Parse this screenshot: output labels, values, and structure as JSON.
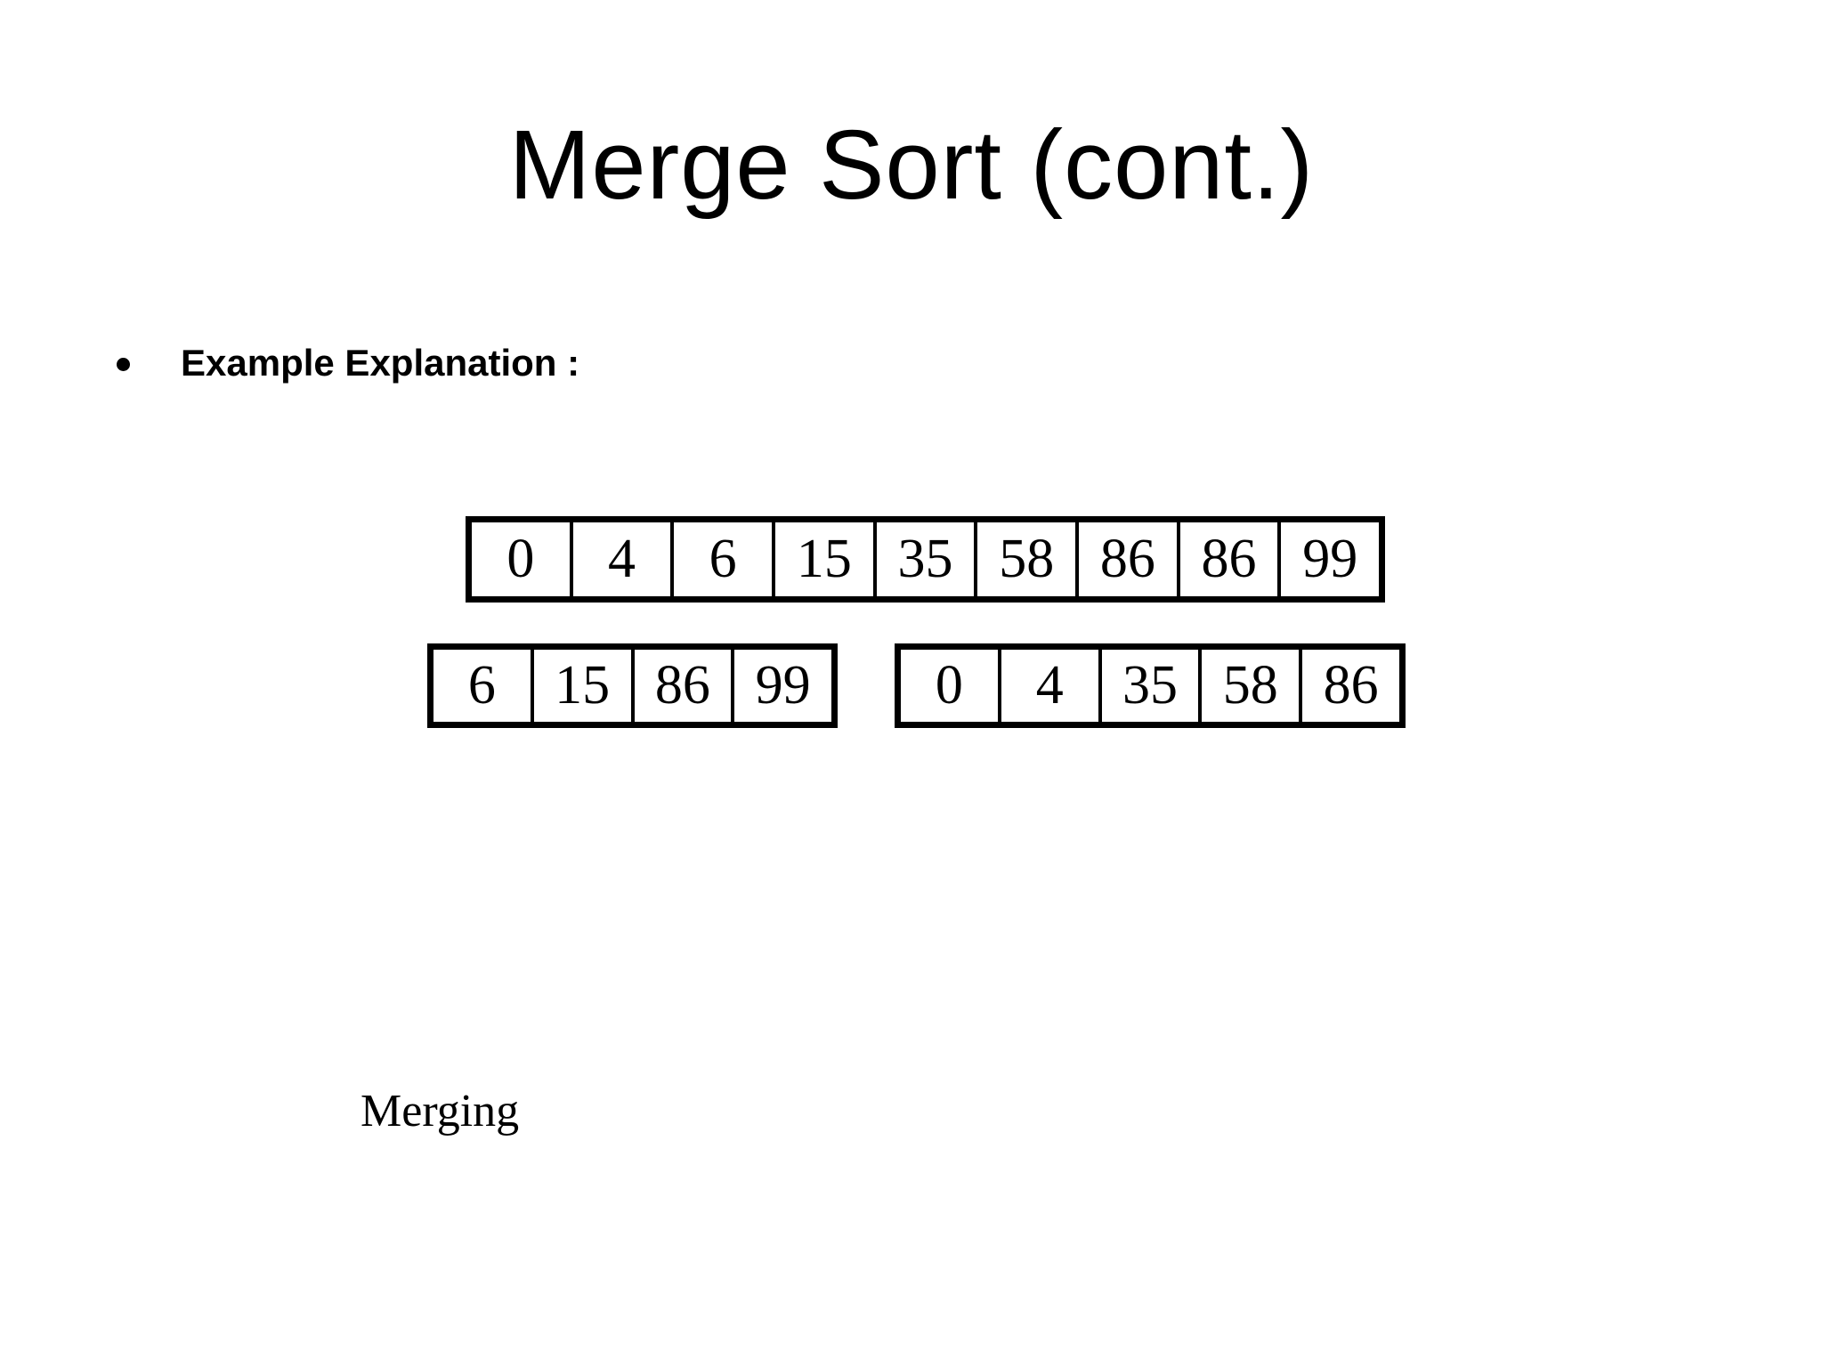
{
  "slide": {
    "title": "Merge Sort (cont.)",
    "bullet": "Example Explanation :",
    "caption": "Merging",
    "text_color": "#000000",
    "background_color": "#ffffff"
  },
  "arrays": {
    "merged": [
      "0",
      "4",
      "6",
      "15",
      "35",
      "58",
      "86",
      "86",
      "99"
    ],
    "left": [
      "6",
      "15",
      "86",
      "99"
    ],
    "right": [
      "0",
      "4",
      "35",
      "58",
      "86"
    ]
  }
}
